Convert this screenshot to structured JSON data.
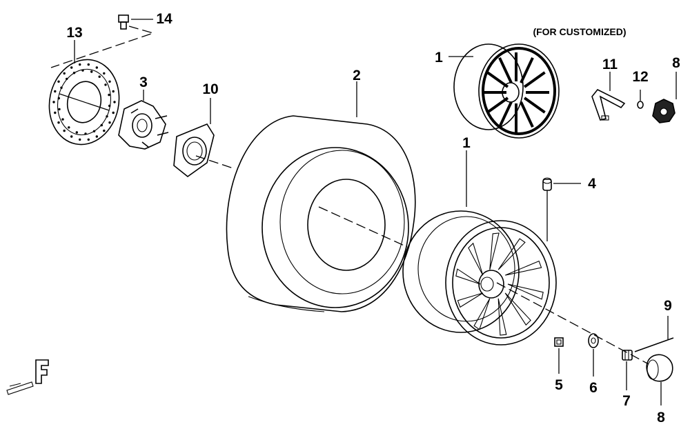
{
  "note": "(FOR CUSTOMIZED)",
  "callouts": {
    "c1_top": "1",
    "c1_main": "1",
    "c2": "2",
    "c3": "3",
    "c4": "4",
    "c5": "5",
    "c6": "6",
    "c7": "7",
    "c8_top": "8",
    "c8_bottom": "8",
    "c9": "9",
    "c10": "10",
    "c11": "11",
    "c12": "12",
    "c13": "13",
    "c14": "14"
  },
  "corner_mark": "F"
}
